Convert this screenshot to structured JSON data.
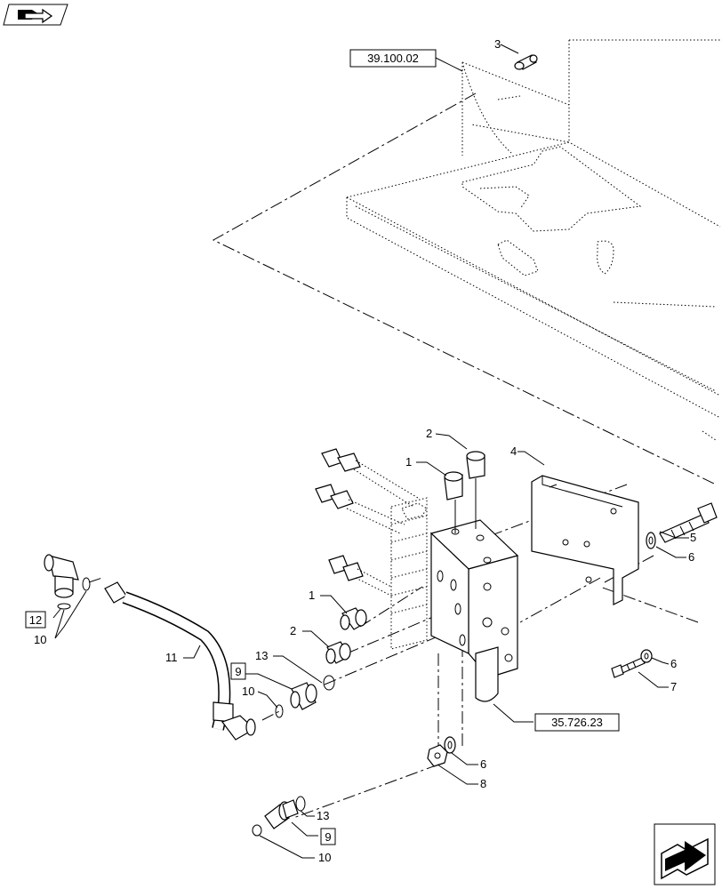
{
  "references": [
    {
      "id": "ref-39",
      "text": "39.100.02"
    },
    {
      "id": "ref-35",
      "text": "35.726.23"
    }
  ],
  "callouts": {
    "c1a": "1",
    "c1b": "1",
    "c2a": "2",
    "c2b": "2",
    "c3": "3",
    "c4": "4",
    "c5": "5",
    "c6a": "6",
    "c6b": "6",
    "c6c": "6",
    "c7": "7",
    "c8": "8",
    "c9a": "9",
    "c9b": "9",
    "c10a": "10",
    "c10b": "10",
    "c10c": "10",
    "c11": "11",
    "c12": "12",
    "c13a": "13",
    "c13b": "13"
  },
  "icons": {
    "top_left": "book-arrow-icon",
    "bottom_right": "next-page-arrow-icon"
  }
}
